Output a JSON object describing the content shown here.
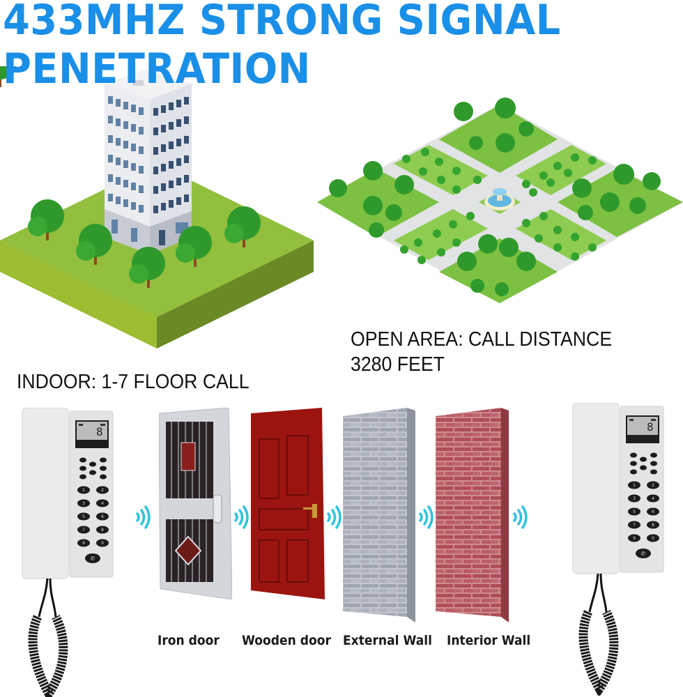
{
  "title": {
    "line1": "433MHZ STRONG SIGNAL",
    "line2": "PENETRATION",
    "color": "#1a8fe8"
  },
  "scenes": {
    "indoor": {
      "caption": "INDOOR: 1-7 FLOOR CALL",
      "illustration": "isometric-office-building-with-trees"
    },
    "open_area": {
      "caption_line1": "OPEN AREA: CALL DISTANCE",
      "caption_line2": "3280 FEET",
      "illustration": "isometric-park-with-fountain"
    }
  },
  "phones": [
    {
      "id": "left",
      "display_digit": "8",
      "keys": [
        "1",
        "2",
        "3",
        "4",
        "5",
        "6",
        "7",
        "8",
        "9",
        "0"
      ]
    },
    {
      "id": "right",
      "display_digit": "8",
      "keys": [
        "1",
        "2",
        "3",
        "4",
        "5",
        "6",
        "7",
        "8",
        "9",
        "0"
      ]
    }
  ],
  "obstacles": [
    {
      "label": "Iron door",
      "color": "#c9ccd0"
    },
    {
      "label": "Wooden door",
      "color": "#9c1410"
    },
    {
      "label": "External Wall",
      "color": "#b8bcc4"
    },
    {
      "label": "Interior Wall",
      "color": "#b45a62"
    }
  ],
  "signal": {
    "icon": "wireless-wave-icon",
    "color": "#2ec3da",
    "count": 5
  }
}
